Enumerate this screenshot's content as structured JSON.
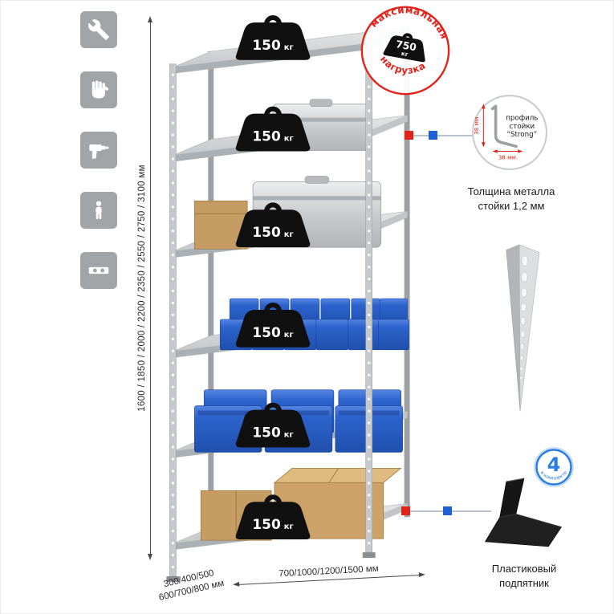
{
  "page": {
    "background": "#ffffff",
    "accent_red": "#e2231a",
    "accent_blue": "#2a7de1"
  },
  "left_icon_panel": {
    "items": [
      {
        "icon": "wrench-icon"
      },
      {
        "icon": "glove-icon"
      },
      {
        "icon": "drill-icon"
      },
      {
        "icon": "person-height-icon"
      },
      {
        "icon": "level-icon"
      }
    ]
  },
  "dimensions": {
    "height_options": "1600 / 1850 / 2000 / 2200 / 2350 / 2550 / 2750 / 3100 мм",
    "depth_options_line1": "300/400/500",
    "depth_options_line2": "600/700/800 мм",
    "width_options": "700/1000/1200/1500 мм"
  },
  "shelf_load": {
    "value": "150",
    "unit": "кг"
  },
  "max_load_stamp": {
    "arc_top": "максимальная",
    "arc_bottom": "нагрузка",
    "value": "750",
    "unit": "кг"
  },
  "profile_callout": {
    "label_line1": "профиль",
    "label_line2": "стойки",
    "label_line3": "“Strong”",
    "dim_vertical": "38 мм",
    "dim_horizontal": "38 мм.",
    "caption_line1": "Толщина металла",
    "caption_line2": "стойки 1,2 мм"
  },
  "foot_callout": {
    "badge_value": "4",
    "badge_text": "в комплекте",
    "caption_line1": "Пластиковый",
    "caption_line2": "подпятник"
  }
}
